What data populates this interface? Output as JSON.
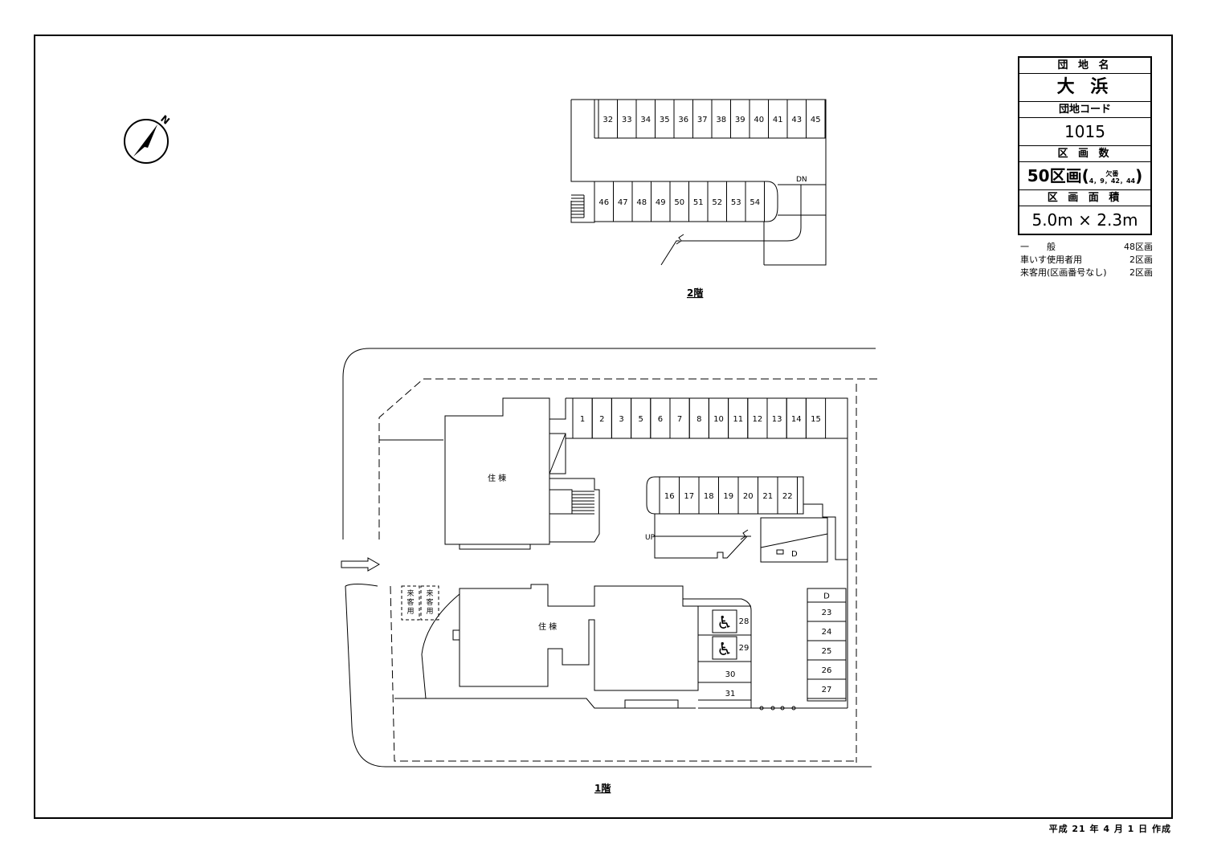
{
  "info": {
    "name_label": "団 地 名",
    "name": "大 浜",
    "code_label": "団地コード",
    "code": "1015",
    "count_label": "区 画 数",
    "count": "50区画",
    "missing_note_top": "欠番",
    "missing_note_bottom": "4，9，42，44",
    "area_label": "区 画 面 積",
    "area": "5.0m × 2.3m"
  },
  "legend": [
    {
      "label": "一　　般",
      "value": "48区画"
    },
    {
      "label": "車いす使用者用",
      "value": "2区画"
    },
    {
      "label": "来客用(区画番号なし)",
      "value": "2区画"
    }
  ],
  "compass_label": "N",
  "floor2": {
    "label": "2階",
    "top_row": [
      "32",
      "33",
      "34",
      "35",
      "36",
      "37",
      "38",
      "39",
      "40",
      "41",
      "43",
      "45"
    ],
    "bottom_row": [
      "46",
      "47",
      "48",
      "49",
      "50",
      "51",
      "52",
      "53",
      "54"
    ],
    "dn_label": "DN"
  },
  "floor1": {
    "label": "1階",
    "building_label": "住 棟",
    "top_row": [
      "1",
      "2",
      "3",
      "5",
      "6",
      "7",
      "8",
      "10",
      "11",
      "12",
      "13",
      "14",
      "15"
    ],
    "mid_row": [
      "16",
      "17",
      "18",
      "19",
      "20",
      "21",
      "22"
    ],
    "up_label": "UP",
    "d_label": "D",
    "right_col": [
      "D",
      "23",
      "24",
      "25",
      "26",
      "27"
    ],
    "accessible": [
      "28",
      "29"
    ],
    "lower_mid": [
      "30",
      "31"
    ],
    "guest": [
      "来客用",
      "来客用"
    ]
  },
  "footer": "平成 21 年 4 月 1 日 作成"
}
